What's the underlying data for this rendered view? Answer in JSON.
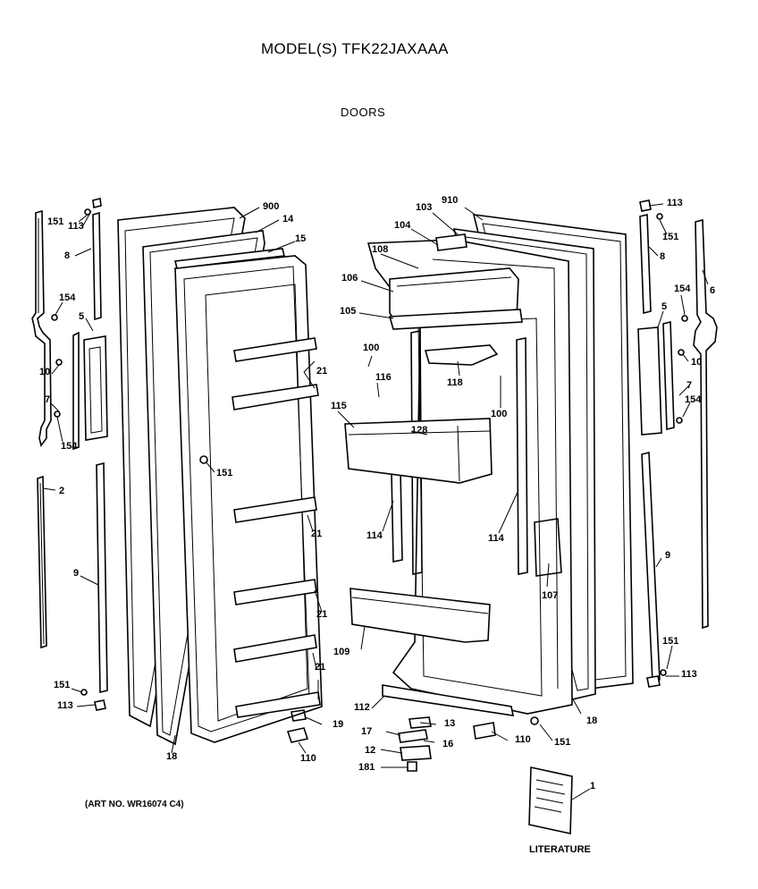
{
  "header": {
    "title": "MODEL(S) TFK22JAXAAA",
    "subtitle": "DOORS"
  },
  "footer": {
    "art_no": "(ART NO. WR16074 C4)",
    "literature": "LITERATURE"
  },
  "parts": {
    "p900": "900",
    "p14": "14",
    "p15": "15",
    "p151a": "151",
    "p113a": "113",
    "p8a": "8",
    "p154a": "154",
    "p5a": "5",
    "p10a": "10",
    "p7a": "7",
    "p154b": "154",
    "p2": "2",
    "p9a": "9",
    "p151b": "151",
    "p113b": "113",
    "p21a": "21",
    "p151c": "151",
    "p21b": "21",
    "p21c": "21",
    "p21d": "21",
    "p18a": "18",
    "p19": "19",
    "p110a": "110",
    "p910": "910",
    "p103": "103",
    "p104": "104",
    "p108": "108",
    "p106": "106",
    "p105": "105",
    "p100a": "100",
    "p116": "116",
    "p118": "118",
    "p100b": "100",
    "p115": "115",
    "p128": "128",
    "p114a": "114",
    "p114b": "114",
    "p107": "107",
    "p109": "109",
    "p112": "112",
    "p13": "13",
    "p17": "17",
    "p16": "16",
    "p12": "12",
    "p181": "181",
    "p110b": "110",
    "p151d": "151",
    "p18b": "18",
    "p113c": "113",
    "p151e": "151",
    "p8b": "8",
    "p6": "6",
    "p154c": "154",
    "p5b": "5",
    "p7b": "7",
    "p10b": "10",
    "p154d": "154",
    "p9b": "9",
    "p151f": "151",
    "p113d": "113",
    "p1": "1"
  }
}
